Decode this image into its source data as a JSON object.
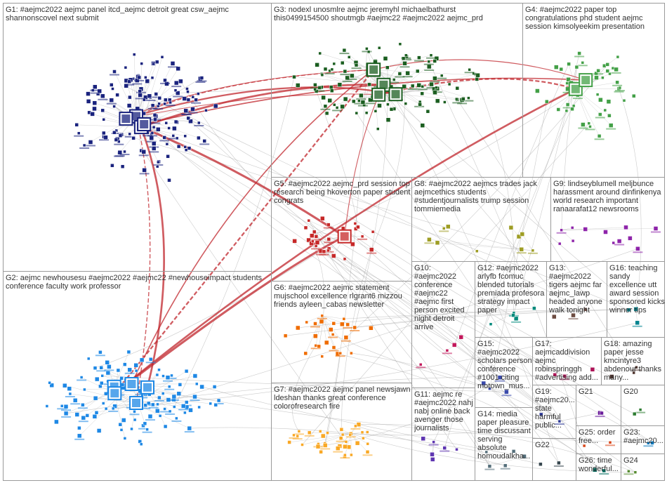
{
  "diagram": {
    "type": "network-graph",
    "accent_edge_color": "#c0262c",
    "edge_color": "#b8b8b8",
    "groups": [
      {
        "id": "G1",
        "label": "G1: #aejmc2022 aejmc panel itcd_aejmc detroit great csw_aejmc shannonscovel next submit",
        "node_color": "#1a237e"
      },
      {
        "id": "G2",
        "label": "G2: aejmc newhousesu #aejmc2022 #aejmc22 #newhouseimpact students conference faculty work professor",
        "node_color": "#1e88e5"
      },
      {
        "id": "G3",
        "label": "G3: nodexl unosmlre aejmc jeremyhl michaelbathurst this0499154500 shoutmgb #aejmc22 #aejmc2022 aejmc_prd",
        "node_color": "#1b5e20"
      },
      {
        "id": "G4",
        "label": "G4: #aejmc2022 paper top congratulations phd student aejmc session kimsolyeekim presentation",
        "node_color": "#43a047"
      },
      {
        "id": "G5",
        "label": "G5: #aejmc2022 aejmc_prd session top research being hkoverton paper student congrats",
        "node_color": "#c62828"
      },
      {
        "id": "G6",
        "label": "G6: #aejmc2022 aejmc statement mujschool excellence rlgrant6 mizzou friends ayleen_cabas newsletter",
        "node_color": "#ef6c00"
      },
      {
        "id": "G7",
        "label": "G7: #aejmc2022 aejmc panel newsjawn ldeshan thanks great conference colorofresearch fire",
        "node_color": "#f9a825"
      },
      {
        "id": "G8",
        "label": "G8: #aejmc2022 aejmcs trades jack aejmcethics students #studentjournalists trump session tommiemedia",
        "node_color": "#9e9d24"
      },
      {
        "id": "G9",
        "label": "G9: lindseyblumell meljbunce harassment around dinfinkenya world research important ranaarafat12 newsrooms",
        "node_color": "#8e24aa"
      },
      {
        "id": "G10",
        "label": "G10: #aejmc2022 conference #aejmc22 #aejmc first person excited night detroit arrive",
        "node_color": "#c2185b"
      },
      {
        "id": "G11",
        "label": "G11: aejmc re #aejmc2022 nahj nabj online back avenger those journalists",
        "node_color": "#5e35b1"
      },
      {
        "id": "G12",
        "label": "G12: #aejmc2022 arlyfb fcomuc blended tutorials premiada profesora strategy impact paper",
        "node_color": "#00897b"
      },
      {
        "id": "G13",
        "label": "G13: #aejmc2022 tigers aejmc far aejmc_lawp headed anyone walk tonight",
        "node_color": "#6d4c41"
      },
      {
        "id": "G14",
        "label": "G14: media paper pleasure time discussant serving absolute homoudalkha...",
        "node_color": "#546e7a"
      },
      {
        "id": "G15",
        "label": "G15: #aejmc2022 scholars person conference #1001 citing motown_mus...",
        "node_color": "#3949ab"
      },
      {
        "id": "G16",
        "label": "G16: teaching sandy excellence utt award session sponsored kicks winner tips",
        "node_color": "#00838f"
      },
      {
        "id": "G17",
        "label": "G17: aejmcaddivision aejmc robinspringgh #advertising add...",
        "node_color": "#ad1457"
      },
      {
        "id": "G18",
        "label": "G18: amazing paper jesse kmcintyre3 abdenour thanks many...",
        "node_color": "#4e342e"
      },
      {
        "id": "G19",
        "label": "G19: #aejmc20... state harmful public...",
        "node_color": "#283593"
      },
      {
        "id": "G20",
        "label": "G20",
        "node_color": "#2e7d32"
      },
      {
        "id": "G21",
        "label": "G21",
        "node_color": "#6a1b9a"
      },
      {
        "id": "G22",
        "label": "G22",
        "node_color": "#37474f"
      },
      {
        "id": "G23",
        "label": "G23: #aejmc20...",
        "node_color": "#0277bd"
      },
      {
        "id": "G24",
        "label": "G24",
        "node_color": "#558b2f"
      },
      {
        "id": "G25",
        "label": "G25: order free...",
        "node_color": "#d84315"
      },
      {
        "id": "G26",
        "label": "G26: time wonderful...",
        "node_color": "#00695c"
      }
    ],
    "node_counts": {
      "G1": 150,
      "G2": 120,
      "G3": 115,
      "G4": 45,
      "G5": 30,
      "G6": 25,
      "G7": 35,
      "G8": 10,
      "G9": 12,
      "G10": 4,
      "G11": 6,
      "G12": 5,
      "G13": 3,
      "G14": 5,
      "G15": 4,
      "G16": 3,
      "G17": 3,
      "G18": 3,
      "G19": 2,
      "G20": 2,
      "G21": 2,
      "G22": 2,
      "G23": 2,
      "G24": 2,
      "G25": 2,
      "G26": 2
    },
    "hubs": {
      "G1": 4,
      "G2": 5,
      "G3": 5,
      "G4": 2,
      "G5": 1
    }
  }
}
